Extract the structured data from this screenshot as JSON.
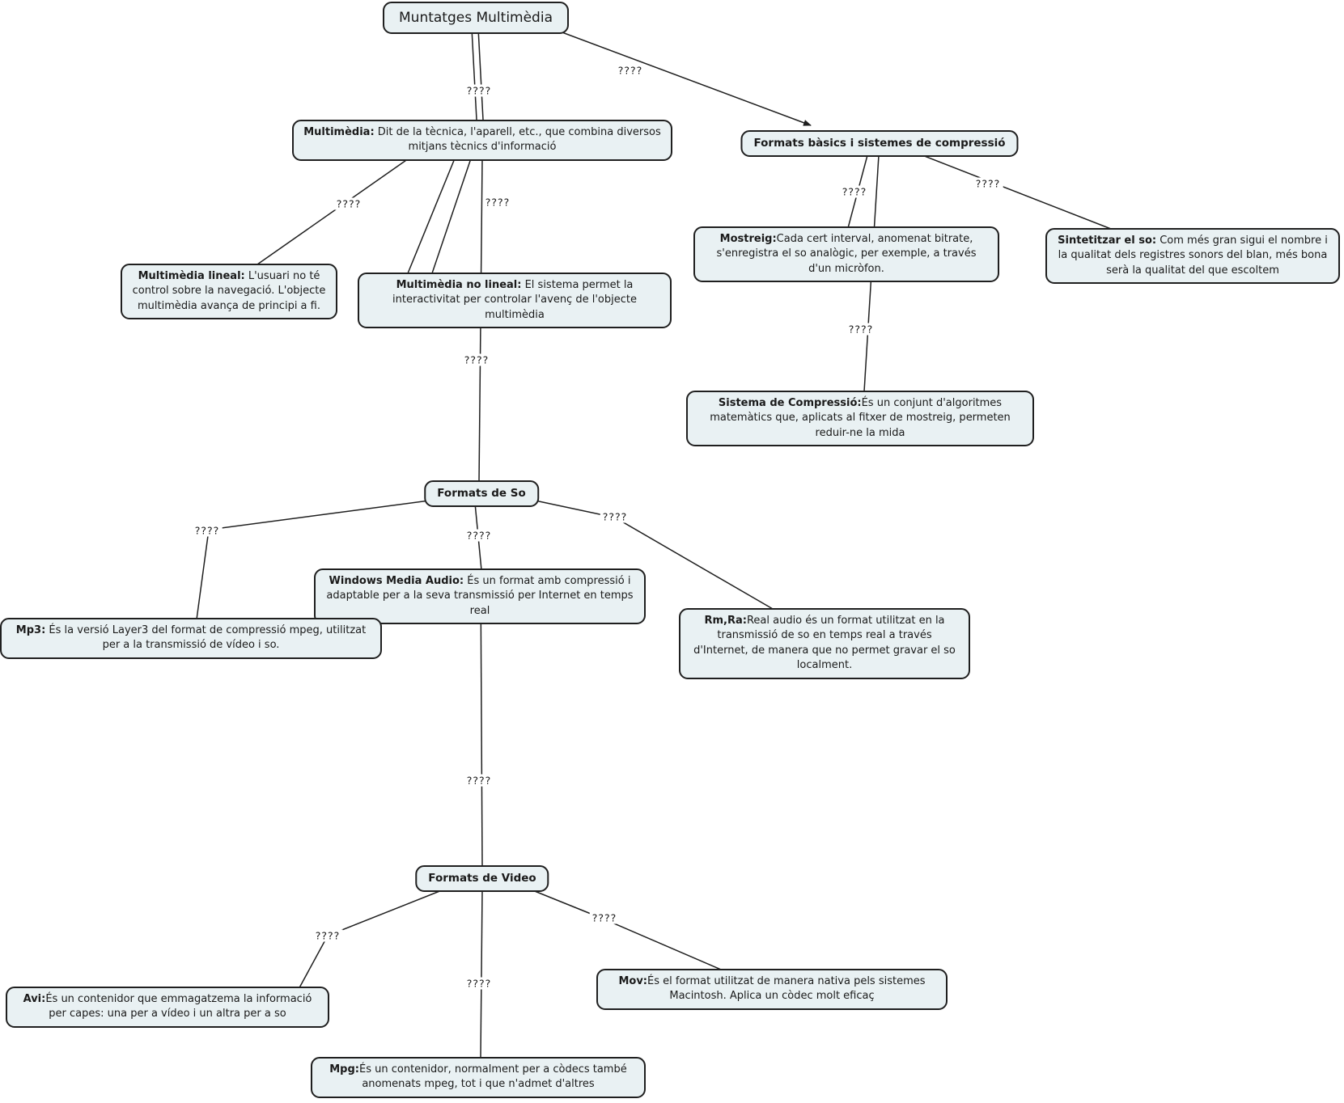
{
  "colors": {
    "background": "#ffffff",
    "node_fill": "#e9f1f3",
    "node_border": "#1f1f1f",
    "line": "#1f1f1f",
    "text": "#1a1a1a"
  },
  "nodes": {
    "title": {
      "label": "Muntatges Multimèdia"
    },
    "multimedia": {
      "term": "Multimèdia:",
      "desc": " Dit de la tècnica, l'aparell, etc., que combina diversos mitjans tècnics d'informació"
    },
    "formats_basics": {
      "label": "Formats bàsics i sistemes de compressió"
    },
    "lineal": {
      "term": "Multimèdia lineal:",
      "desc": " L'usuari no té control sobre la navegació. L'objecte multimèdia avança de principi a fi."
    },
    "no_lineal": {
      "term": "Multimèdia no lineal:",
      "desc": " El sistema permet la interactivitat per controlar l'avenç de l'objecte multimèdia"
    },
    "mostreig": {
      "term": "Mostreig:",
      "desc": "Cada cert interval, anomenat bitrate, s'enregistra el so analògic, per exemple, a través d'un micròfon."
    },
    "sintetitzar": {
      "term": "Sintetitzar el so:",
      "desc": " Com més gran sigui el nombre i la qualitat dels registres sonors del blan, més bona serà la qualitat del que escoltem"
    },
    "sistema_compressio": {
      "term": "Sistema de Compressió:",
      "desc": "És un conjunt d'algoritmes matemàtics que, aplicats al fitxer de mostreig, permeten reduir-ne la mida"
    },
    "formats_so": {
      "label": "Formats de So"
    },
    "wma": {
      "term": "Windows Media Audio:",
      "desc": " És un format amb compressió i adaptable per a la seva transmissió per Internet en temps real"
    },
    "mp3": {
      "term": "Mp3:",
      "desc": " És la versió Layer3 del format de compressió mpeg, utilitzat per a la transmissió de vídeo i so."
    },
    "rmra": {
      "term": "Rm,Ra:",
      "desc": "Real audio és un format utilitzat en la transmissió de so en temps real a través d'Internet, de manera que no permet gravar el so localment."
    },
    "formats_video": {
      "label": "Formats de Video"
    },
    "avi": {
      "term": "Avi:",
      "desc": "És un contenidor que emmagatzema la informació per capes: una per a vídeo i un altra per a so"
    },
    "mpg": {
      "term": "Mpg:",
      "desc": "És un contenidor, normalment per a còdecs també anomenats mpeg, tot i que n'admet d'altres"
    },
    "mov": {
      "term": "Mov:",
      "desc": "És el format utilitzat de manera nativa pels sistemes Macintosh. Aplica un còdec molt eficaç"
    }
  },
  "edges": [
    {
      "from": "Muntatges Multimèdia",
      "to": "Multimèdia",
      "label": "????"
    },
    {
      "from": "Muntatges Multimèdia",
      "to": "Formats bàsics i sistemes de compressió",
      "label": "????"
    },
    {
      "from": "Multimèdia",
      "to": "Multimèdia lineal",
      "label": "????"
    },
    {
      "from": "Multimèdia",
      "to": "Multimèdia no lineal",
      "label": "????"
    },
    {
      "from": "Formats bàsics i sistemes de compressió",
      "to": "Mostreig",
      "label": "????"
    },
    {
      "from": "Formats bàsics i sistemes de compressió",
      "to": "Sintetitzar el so",
      "label": "????"
    },
    {
      "from": "Mostreig",
      "to": "Sistema de Compressió",
      "label": "????"
    },
    {
      "from": "Multimèdia",
      "to": "Formats de So",
      "label": "????"
    },
    {
      "from": "Formats de So",
      "to": "Mp3",
      "label": "????"
    },
    {
      "from": "Formats de So",
      "to": "Windows Media Audio",
      "label": "????"
    },
    {
      "from": "Formats de So",
      "to": "Rm,Ra",
      "label": "????"
    },
    {
      "from": "Formats de So",
      "to": "Formats de Video",
      "label": "????"
    },
    {
      "from": "Formats de Video",
      "to": "Avi",
      "label": "????"
    },
    {
      "from": "Formats de Video",
      "to": "Mpg",
      "label": "????"
    },
    {
      "from": "Formats de Video",
      "to": "Mov",
      "label": "????"
    }
  ]
}
